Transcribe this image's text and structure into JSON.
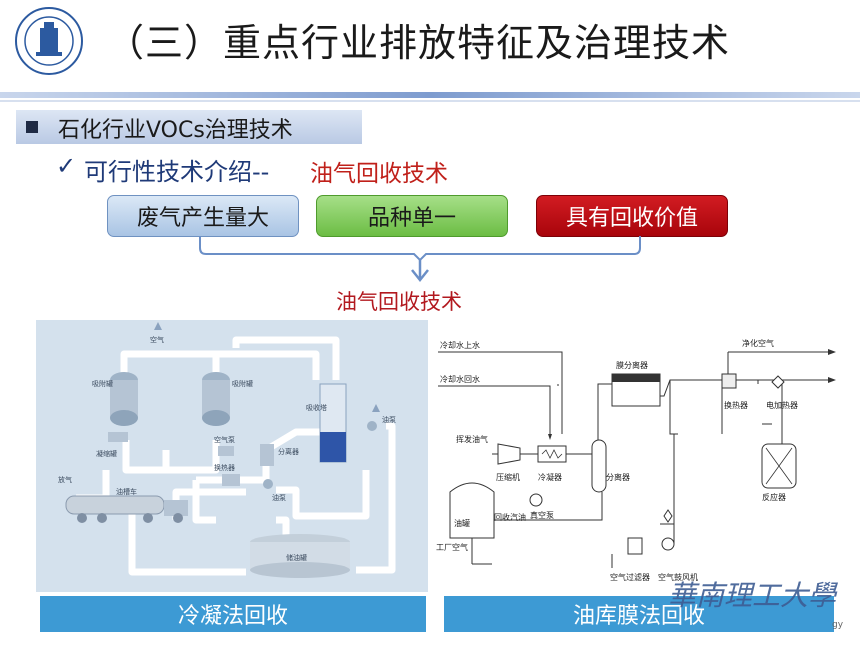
{
  "header": {
    "logo_alt": "university-seal",
    "title": "（三）重点行业排放特征及治理技术"
  },
  "section": {
    "label": "石化行业VOCs治理技术"
  },
  "subheading": {
    "check_glyph": "✓",
    "label": "可行性技术介绍--",
    "highlight": "油气回收技术"
  },
  "features": [
    {
      "label": "废气产生量大",
      "color": "#a9c4e4"
    },
    {
      "label": "品种单一",
      "color": "#6cbd44"
    },
    {
      "label": "具有回收价值",
      "color": "#c0101a"
    }
  ],
  "result_label": "油气回收技术",
  "left_diagram": {
    "labels": {
      "air": "空气",
      "adsorber1": "吸附罐",
      "adsorber2": "吸附罐",
      "condenser": "凝缩罐",
      "air_pump": "空气泵",
      "exchanger": "换热器",
      "separator": "分离器",
      "oil_pump": "油泵",
      "absorber": "吸收塔",
      "oil": "油泵",
      "tanker": "油槽车",
      "release": "放气",
      "storage": "储油罐"
    }
  },
  "right_diagram": {
    "labels": {
      "cool_in": "冷却水上水",
      "cool_out": "冷却水回水",
      "membrane": "膜分离器",
      "clean_air": "净化空气",
      "vapor": "挥发油气",
      "compressor": "压缩机",
      "cooler": "冷凝器",
      "separator": "分离器",
      "heat_exchanger": "换热器",
      "heater": "电加热器",
      "reactor": "反应器",
      "return_oil": "回收汽油",
      "vacuum_pump": "真空泵",
      "tank": "油罐",
      "factory_air": "工厂空气",
      "air_filter": "空气过滤器",
      "blower": "空气鼓风机"
    }
  },
  "captions": {
    "left": "冷凝法回收",
    "right": "油库膜法回收"
  },
  "watermark": {
    "text": "華南理工大學",
    "tail": "gy"
  }
}
